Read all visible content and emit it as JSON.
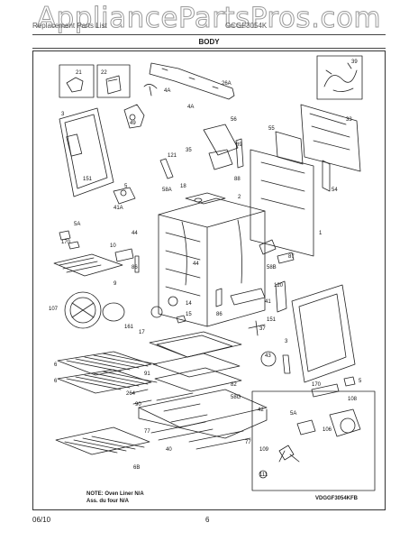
{
  "watermark": "AppliancePartsPros.com",
  "header": {
    "left": "Replacement Parts List",
    "right": "GCGF3054K"
  },
  "section_title": "BODY",
  "labels": [
    "21",
    "22",
    "39",
    "26A",
    "4A",
    "49",
    "4A",
    "56",
    "33",
    "3",
    "55",
    "121",
    "35",
    "89",
    "151",
    "88",
    "2",
    "5",
    "58A",
    "18",
    "41A",
    "44",
    "54",
    "5A",
    "170",
    "10",
    "44",
    "86",
    "58B",
    "87",
    "1",
    "9",
    "14",
    "107",
    "161",
    "17",
    "15",
    "86",
    "120",
    "41",
    "151",
    "37",
    "3",
    "6",
    "6",
    "91",
    "82",
    "58G",
    "264",
    "90",
    "42",
    "43",
    "5",
    "170",
    "6B",
    "77",
    "40",
    "77",
    "108",
    "5A",
    "106",
    "109",
    "111"
  ],
  "note": {
    "line1": "NOTE: Oven Liner N/A",
    "line2": "Ass. du four N/A"
  },
  "diagram_code": "VDGGF3054KFB",
  "footer": {
    "date": "06/10",
    "page": "6"
  },
  "colors": {
    "line": "#222222",
    "watermark_stroke": "#9a9a9a"
  }
}
